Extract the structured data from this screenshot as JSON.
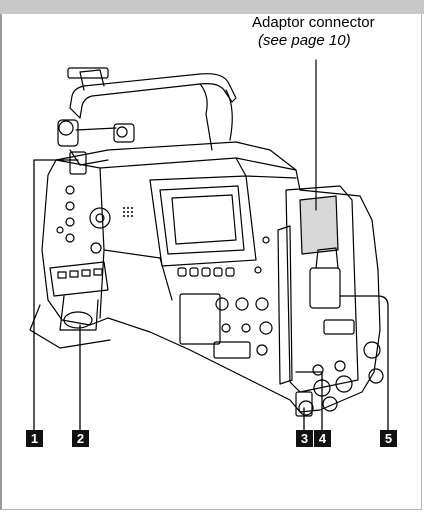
{
  "caption": {
    "title": "Adaptor connector",
    "reference": "(see page 10)"
  },
  "callouts": [
    {
      "label": "1"
    },
    {
      "label": "2"
    },
    {
      "label": "3"
    },
    {
      "label": "4"
    },
    {
      "label": "5"
    }
  ],
  "colors": {
    "header_bar": "#c8c8c8",
    "callout_fill": "#111111",
    "callout_text": "#ffffff",
    "line_art": "#000000"
  }
}
